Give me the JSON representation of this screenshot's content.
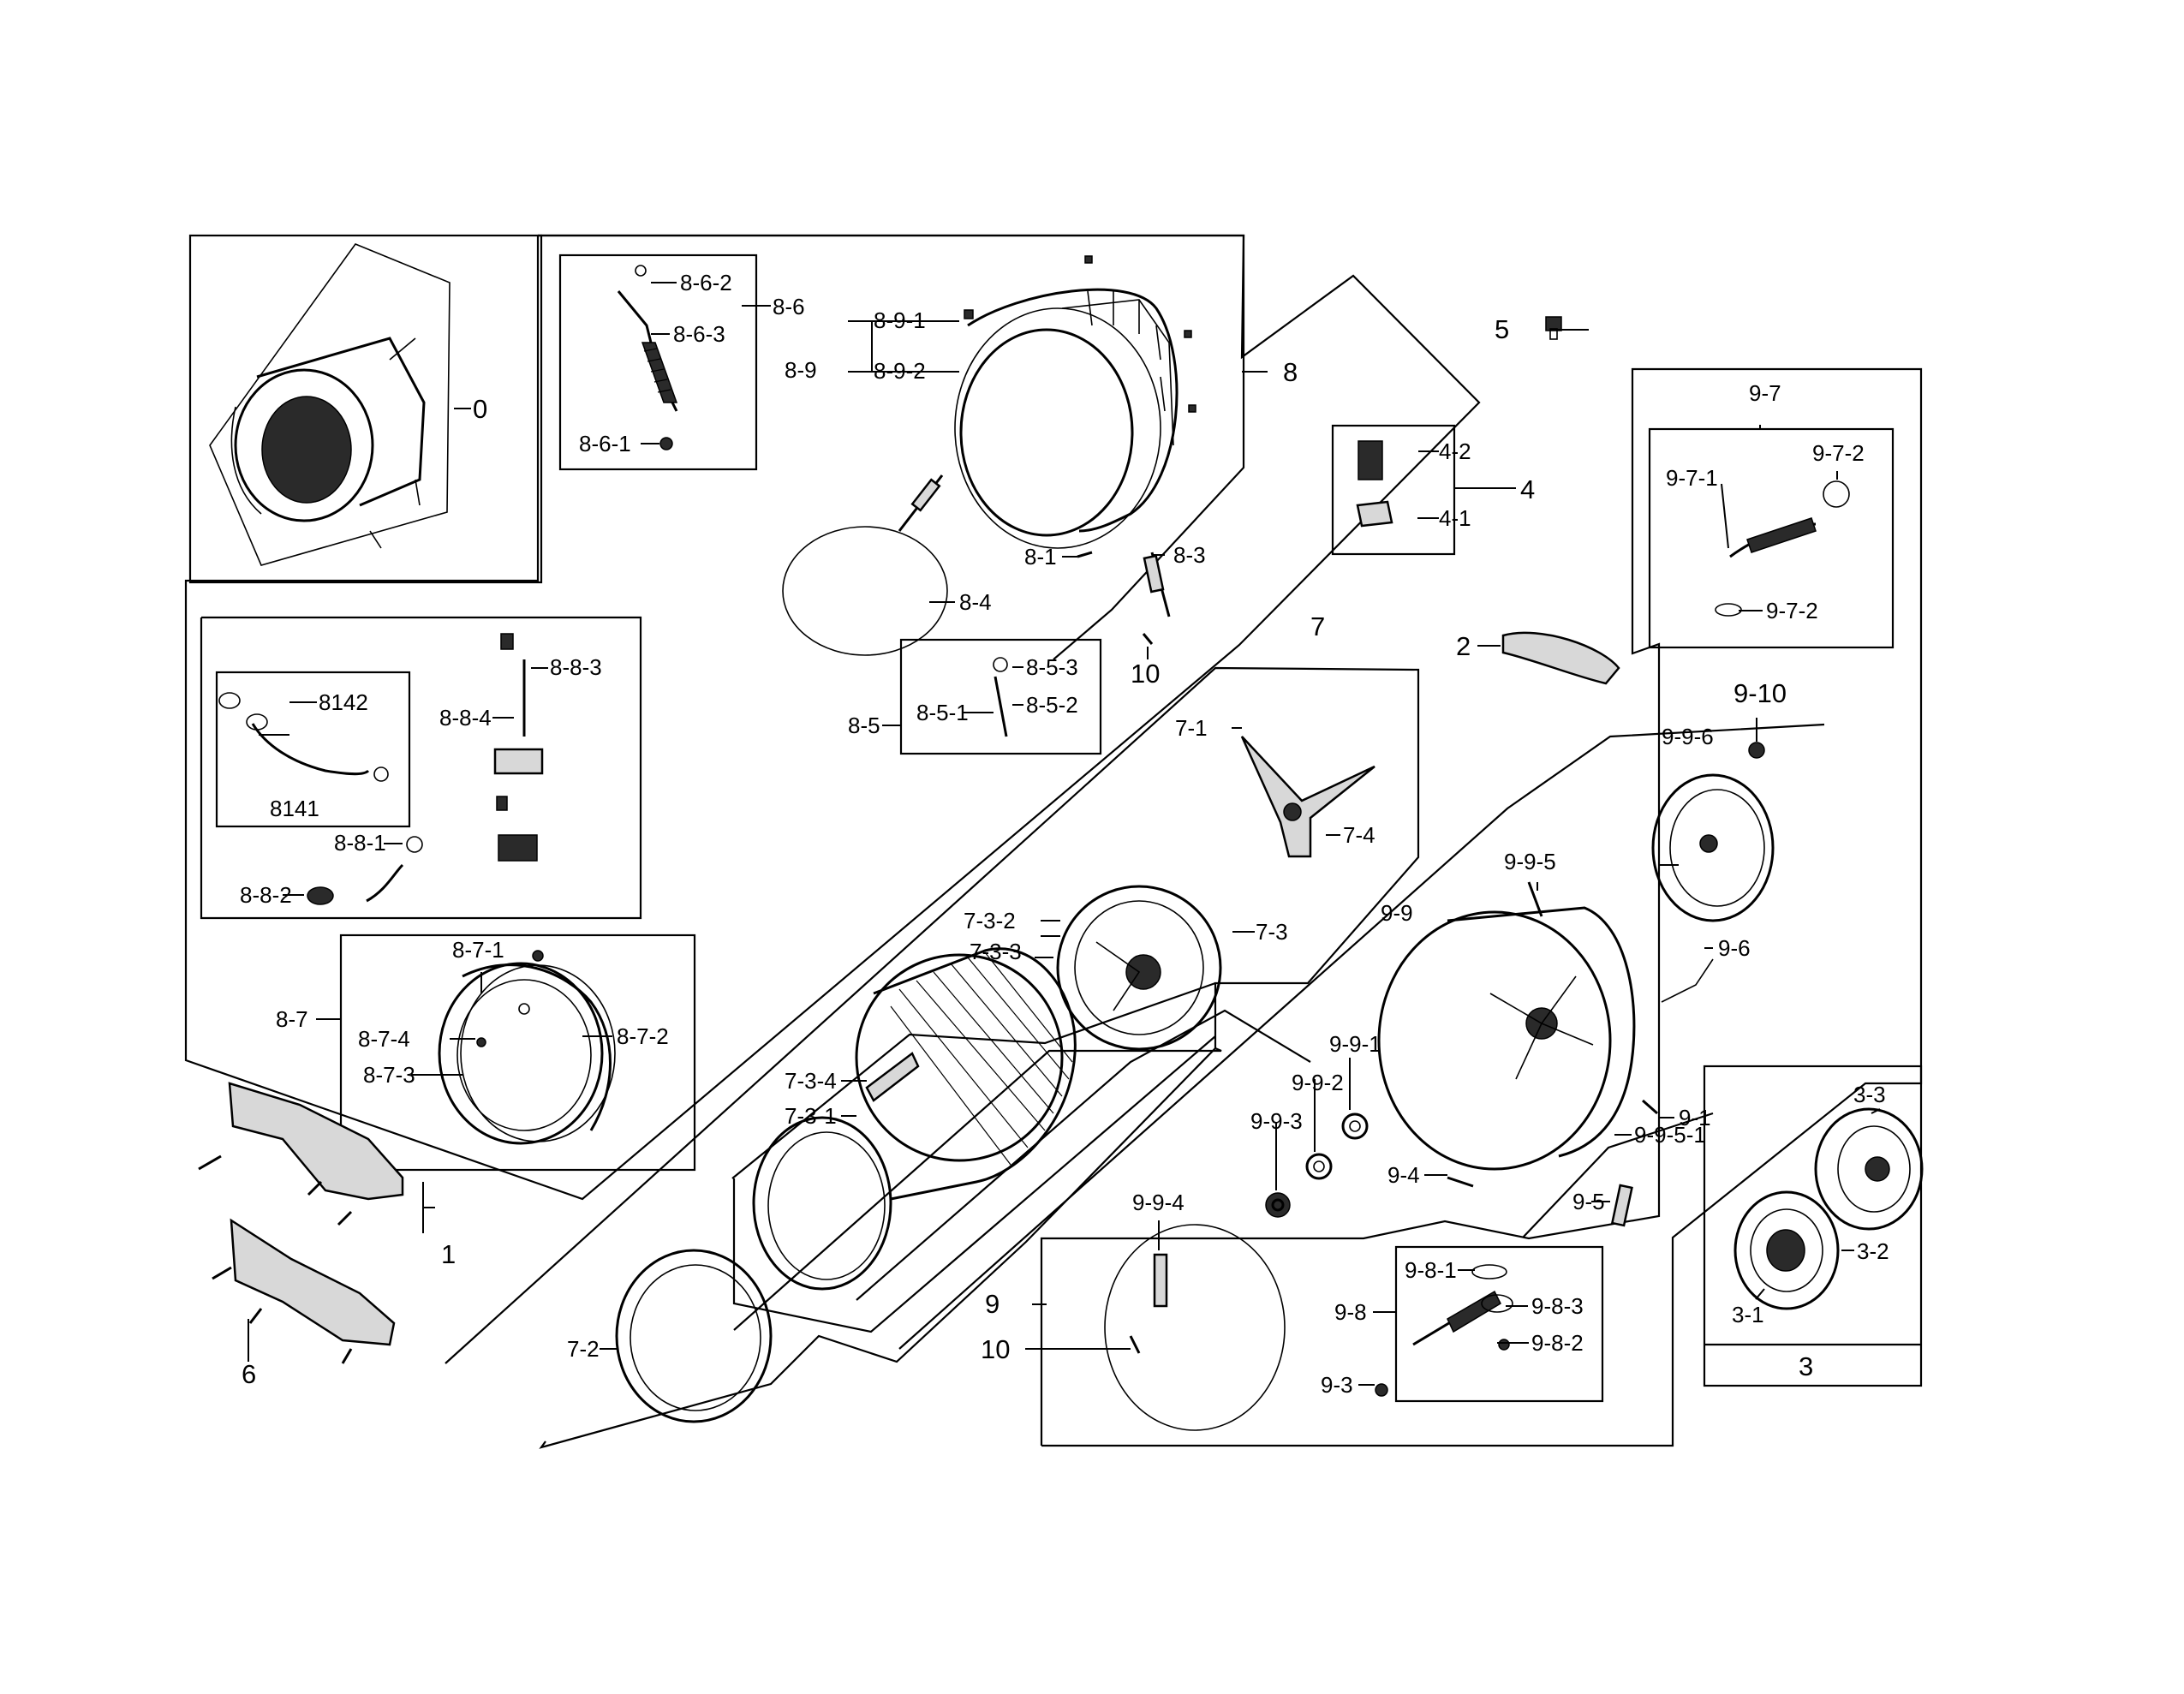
{
  "callouts": {
    "c0": "0",
    "c1": "1",
    "c2": "2",
    "c3_box": "3",
    "c3_1": "3-1",
    "c3_2": "3-2",
    "c3_3": "3-3",
    "c4": "4",
    "c4_1": "4-1",
    "c4_2": "4-2",
    "c5": "5",
    "c6": "6",
    "c7": "7",
    "c7_1": "7-1",
    "c7_2": "7-2",
    "c7_3": "7-3",
    "c7_3_1": "7-3-1",
    "c7_3_2": "7-3-2",
    "c7_3_3": "7-3-3",
    "c7_3_4": "7-3-4",
    "c7_4": "7-4",
    "c8": "8",
    "c8_1": "8-1",
    "c8_3": "8-3",
    "c8_4": "8-4",
    "c8_5": "8-5",
    "c8_5_1": "8-5-1",
    "c8_5_2": "8-5-2",
    "c8_5_3": "8-5-3",
    "c8_6": "8-6",
    "c8_6_1": "8-6-1",
    "c8_6_2": "8-6-2",
    "c8_6_3": "8-6-3",
    "c8_7": "8-7",
    "c8_7_1": "8-7-1",
    "c8_7_2": "8-7-2",
    "c8_7_3": "8-7-3",
    "c8_7_4": "8-7-4",
    "c8_8_1": "8-8-1",
    "c8_8_2": "8-8-2",
    "c8_8_3": "8-8-3",
    "c8_8_4": "8-8-4",
    "c8_9": "8-9",
    "c8_9_1": "8-9-1",
    "c8_9_2": "8-9-2",
    "c8141": "8141",
    "c8142": "8142",
    "c9": "9",
    "c9_1": "9-1",
    "c9_3": "9-3",
    "c9_4": "9-4",
    "c9_5": "9-5",
    "c9_6": "9-6",
    "c9_7": "9-7",
    "c9_7_1": "9-7-1",
    "c9_7_2a": "9-7-2",
    "c9_7_2b": "9-7-2",
    "c9_8": "9-8",
    "c9_8_1": "9-8-1",
    "c9_8_2": "9-8-2",
    "c9_8_3": "9-8-3",
    "c9_9": "9-9",
    "c9_9_1": "9-9-1",
    "c9_9_2": "9-9-2",
    "c9_9_3": "9-9-3",
    "c9_9_4": "9-9-4",
    "c9_9_5": "9-9-5",
    "c9_9_5_1": "9-9-5-1",
    "c9_9_6": "9-9-6",
    "c9_10": "9-10",
    "c10a": "10",
    "c10b": "10"
  }
}
